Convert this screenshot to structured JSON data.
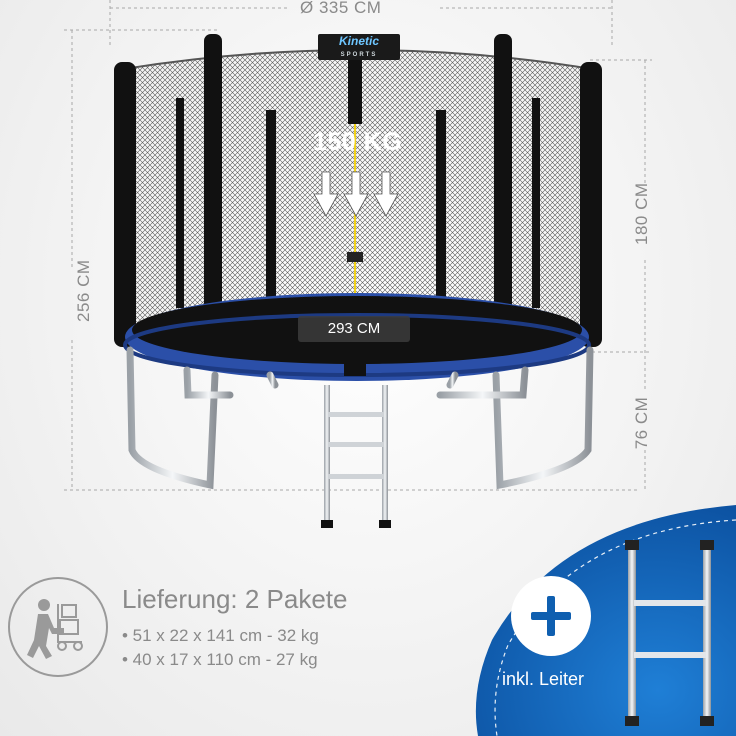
{
  "dimensions": {
    "diameter": "Ø 335 CM",
    "total_height": "256 CM",
    "net_height": "180 CM",
    "frame_height": "76 CM",
    "mat_diameter": "293 CM"
  },
  "max_load": "150 KG",
  "brand": {
    "name": "Kinetic",
    "sub": "SPORTS"
  },
  "delivery": {
    "title": "Lieferung: 2 Pakete",
    "packages": [
      "• 51 x 22 x 141 cm - 32 kg",
      "• 40 x 17 x 110 cm - 27 kg"
    ]
  },
  "badge": {
    "symbol": "+",
    "label": "inkl. Leiter"
  },
  "colors": {
    "accent_blue": "#0f5fb0",
    "pad_blue": "#2b4fa8",
    "text_gray": "#8a8a8a"
  },
  "icons": [
    "delivery-person-icon",
    "plus-icon",
    "ladder-icon",
    "down-arrow-icon"
  ]
}
